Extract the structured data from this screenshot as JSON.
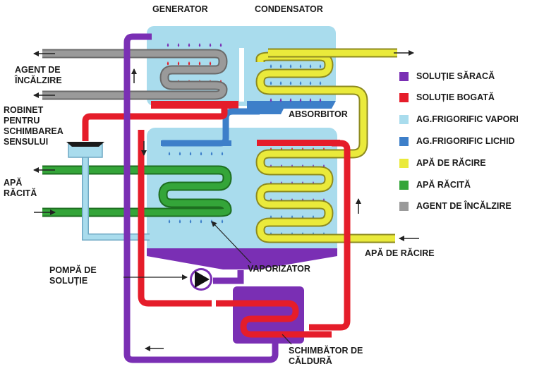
{
  "labels": {
    "generator": "GENERATOR",
    "condensator": "CONDENSATOR",
    "agent_incalzire": "AGENT DE\nÎNCĂLZIRE",
    "robinet": "ROBINET\nPENTRU\nSCHIMBAREA\nSENSULUI",
    "apa_racita": "APĂ\nRĂCITĂ",
    "absorbitor": "ABSORBITOR",
    "apa_racire": "APĂ DE RĂCIRE",
    "pompa": "POMPĂ DE\nSOLUȚIE",
    "vaporizator": "VAPORIZATOR",
    "schimbator": "SCHIMBĂTOR DE\nCĂLDURĂ"
  },
  "legend": [
    {
      "label": "SOLUȚIE SĂRACĂ",
      "color": "#7a2fb4"
    },
    {
      "label": "SOLUȚIE BOGATĂ",
      "color": "#e51d2a"
    },
    {
      "label": "AG.FRIGORIFIC VAPORI",
      "color": "#a9dced"
    },
    {
      "label": "AG.FRIGORIFIC LICHID",
      "color": "#3d7fc9"
    },
    {
      "label": "APĂ DE RĂCIRE",
      "color": "#eaea3b"
    },
    {
      "label": "APĂ RĂCITĂ",
      "color": "#34a539"
    },
    {
      "label": "AGENT DE ÎNCĂLZIRE",
      "color": "#9a9a9a"
    }
  ],
  "colors": {
    "vessel": "#a9dced",
    "poor_solution": "#7a2fb4",
    "rich_solution": "#e51d2a",
    "liquid_refrigerant": "#3d7fc9",
    "cooling_water": "#eaea3b",
    "chilled_water": "#34a539",
    "heating_agent": "#9a9a9a"
  }
}
